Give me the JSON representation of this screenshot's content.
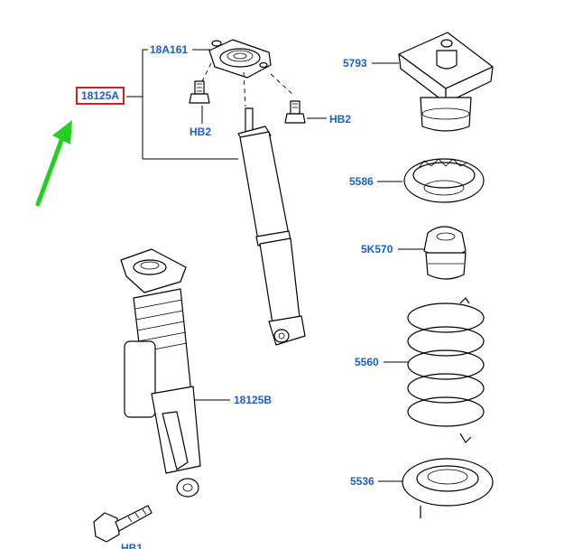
{
  "diagram": {
    "callouts": {
      "c18125A": "18125A",
      "c18A161": "18A161",
      "cHB2_left": "HB2",
      "cHB2_right": "HB2",
      "c18125B": "18125B",
      "c5793": "5793",
      "c5586": "5586",
      "c5K570": "5K570",
      "c5560": "5560",
      "c5536": "5536",
      "cHB_bottom": "HB1"
    },
    "colors": {
      "callout_text": "#1a5fc8",
      "highlight_box": "#e0191c",
      "pointer_arrow": "#22d11f"
    },
    "icons": [
      "pointer-arrow-icon"
    ]
  }
}
